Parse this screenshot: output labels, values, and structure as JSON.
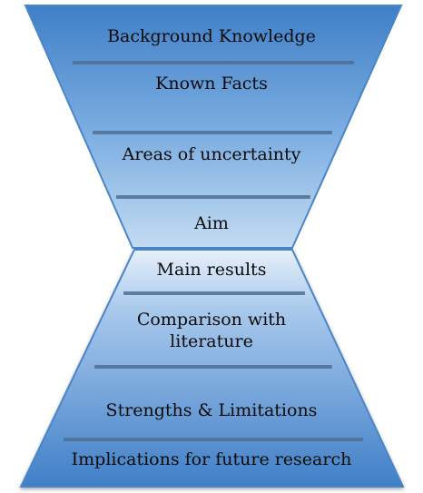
{
  "colors": {
    "fill_dark": "#3f7fc7",
    "fill_light": "#b9d3ee",
    "outline": "#4a86c8",
    "separator": "#4d6f93",
    "text": "#0b0b0b"
  },
  "top_funnel": {
    "sections": [
      {
        "label": "Background Knowledge"
      },
      {
        "label": "Known Facts"
      },
      {
        "label": "Areas of uncertainty"
      },
      {
        "label": "Aim"
      }
    ]
  },
  "bottom_funnel": {
    "sections": [
      {
        "label": "Main results"
      },
      {
        "label": "Comparison with literature",
        "lines": [
          "Comparison with",
          "literature"
        ]
      },
      {
        "label": "Strengths & Limitations"
      },
      {
        "label": "Implications for future research"
      }
    ]
  }
}
